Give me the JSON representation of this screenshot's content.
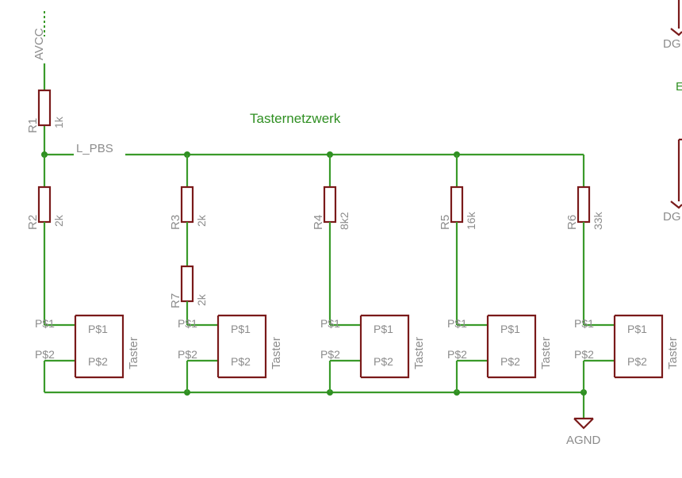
{
  "title": "Tasternetzwerk",
  "supply": "AVCC",
  "ground": "AGND",
  "net_label": "L_PBS",
  "offpage_labels": [
    "DG",
    "DG"
  ],
  "offpage_partial": "E",
  "r1": {
    "name": "R1",
    "value": "1k"
  },
  "resistors": [
    {
      "name": "R2",
      "value": "2k"
    },
    {
      "name": "R3",
      "value": "2k"
    },
    {
      "name": "R4",
      "value": "8k2"
    },
    {
      "name": "R5",
      "value": "16k"
    },
    {
      "name": "R6",
      "value": "33k"
    }
  ],
  "r7": {
    "name": "R7",
    "value": "2k"
  },
  "switch": {
    "name": "Taster",
    "pin1": "P$1",
    "pin2": "P$2"
  },
  "colors": {
    "wire": "#3a9a2a",
    "part": "#7a1a1a",
    "text": "#8c8c8c",
    "title": "#2f8f22"
  }
}
